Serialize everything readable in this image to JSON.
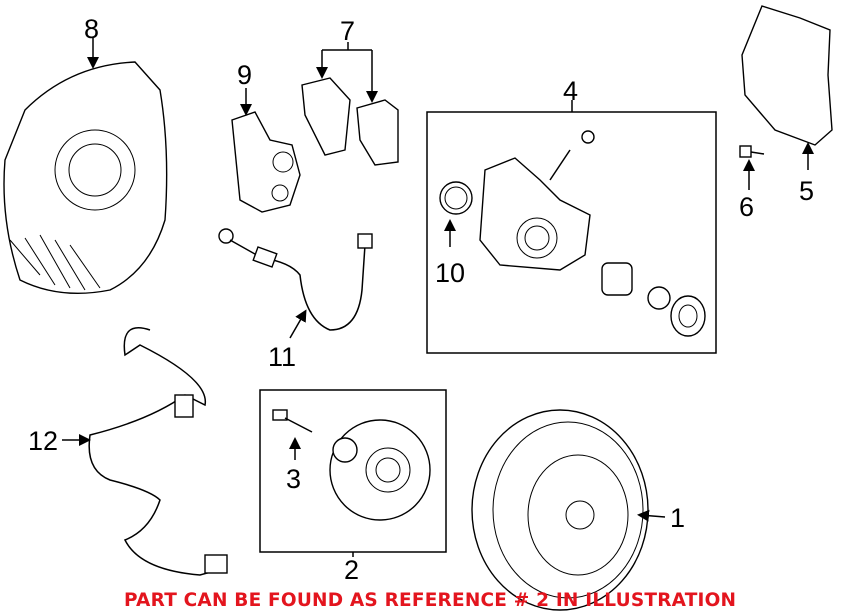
{
  "callouts": {
    "c1": "1",
    "c2": "2",
    "c3": "3",
    "c4": "4",
    "c5": "5",
    "c6": "6",
    "c7": "7",
    "c8": "8",
    "c9": "9",
    "c10": "10",
    "c11": "11",
    "c12": "12"
  },
  "note": "PART CAN BE FOUND AS REFERENCE # 2 IN ILLUSTRATION",
  "colors": {
    "note": "#e3151e",
    "lines": "#000000"
  }
}
